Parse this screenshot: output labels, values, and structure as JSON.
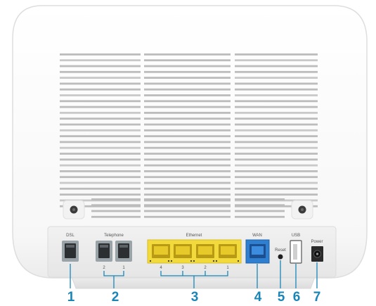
{
  "ports": {
    "dsl": "DSL",
    "telephone": "Telephone",
    "ethernet": "Ethernet",
    "wan": "WAN",
    "reset": "Reset",
    "usb": "USB",
    "power": "Power"
  },
  "telephone_port_numbers": [
    "2",
    "1"
  ],
  "ethernet_port_numbers": [
    "4",
    "3",
    "2",
    "1"
  ],
  "callouts": [
    "1",
    "2",
    "3",
    "4",
    "5",
    "6",
    "7"
  ],
  "colors": {
    "callout": "#1a86b8",
    "ethernet_port": "#f2da3c",
    "wan_port": "#2f7fd0",
    "body": "#fdfdfd"
  }
}
